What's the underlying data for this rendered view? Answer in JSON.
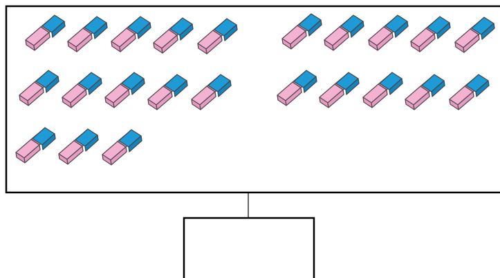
{
  "colors": {
    "eraser_sleeve": "#1e9ad6",
    "eraser_body": "#f3b2d2",
    "eraser_body_shade": "#e79cc2",
    "outline": "#000000"
  },
  "groups": [
    {
      "name": "left-group",
      "count": 13,
      "rows": [
        5,
        5,
        3
      ]
    },
    {
      "name": "right-group",
      "count": 10,
      "rows": [
        5,
        5
      ]
    }
  ],
  "icon": "eraser-icon"
}
